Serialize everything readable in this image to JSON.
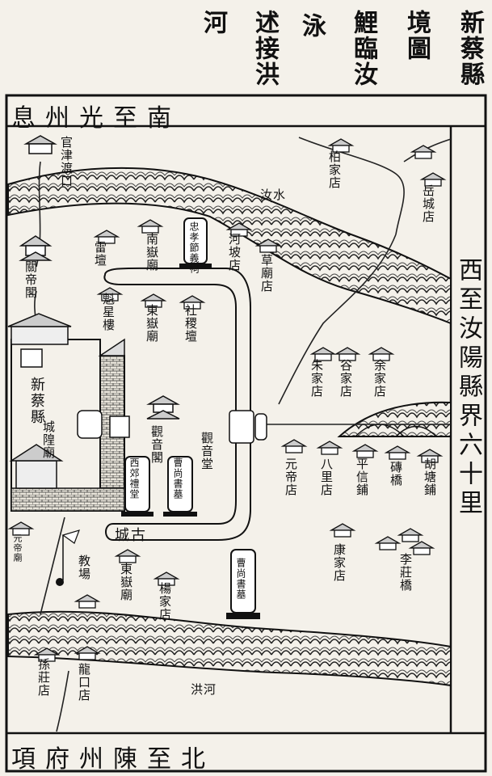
{
  "header": {
    "columns": [
      "新蔡縣",
      "境圖",
      "鯉臨汝",
      "泳",
      "述接洪",
      "河"
    ]
  },
  "edges": {
    "south": "南至光州息",
    "west": "西至汝陽縣界六十里",
    "north": "北至陳州府項"
  },
  "rivers": {
    "upper": "汝水",
    "lower": "洪河"
  },
  "city": {
    "name": "新蔡縣",
    "inner_city": "古城",
    "temple": "城隍廟"
  },
  "places": {
    "guanjin": "官津渡口",
    "guandi": "關帝閣",
    "leitan": "雷壇",
    "nanyue": "南嶽廟",
    "shrine_top": "忠孝節義祠",
    "hepo": "河坡店",
    "baijia": "柏家店",
    "yuecheng": "岳城店",
    "caomiao": "草廟店",
    "kuixing": "魁星樓",
    "dongyue_n": "東嶽廟",
    "sheji": "社稷壇",
    "zhujia": "朱家店",
    "gujia": "谷家店",
    "yujia": "余家店",
    "guanyin": "觀音閣",
    "guanyintang": "觀音堂",
    "xinan": "西郊禮堂",
    "shishi": "曹尚書墓",
    "yuandi": "元帝店",
    "bali": "八里店",
    "pingxin": "平信鋪",
    "zhuanqiao": "磚橋",
    "hutang": "胡塘鋪",
    "kangjia": "康家店",
    "lizhuang": "李莊橋",
    "yuanxiang": "元帝廟",
    "jiaochang": "教場",
    "dongyue_s": "東嶽廟",
    "yangjia": "楊家店",
    "grave_s": "曹尚書墓",
    "sunjia": "孫莊店",
    "longkou": "龍口店"
  }
}
